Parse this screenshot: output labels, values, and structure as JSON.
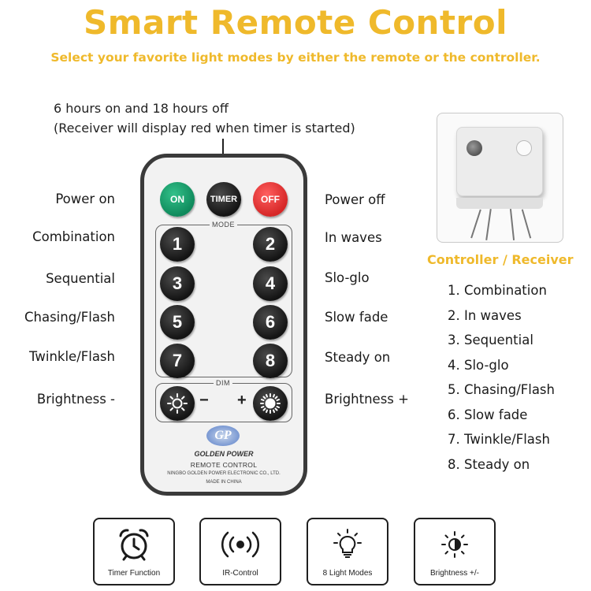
{
  "header": {
    "title": "Smart Remote Control",
    "subtitle": "Select your favorite light modes by either the remote or the controller."
  },
  "timer_note": {
    "line1": "6 hours on and 18 hours off",
    "line2": "(Receiver will display red when timer is started)"
  },
  "remote": {
    "buttons": {
      "on": "ON",
      "timer": "TIMER",
      "off": "OFF"
    },
    "mode_label": "MODE",
    "dim_label": "DIM",
    "numbers": [
      "1",
      "2",
      "3",
      "4",
      "5",
      "6",
      "7",
      "8"
    ],
    "minus": "−",
    "plus": "+",
    "brand": {
      "logo": "GP",
      "name": "GOLDEN POWER",
      "subtitle": "REMOTE CONTROL",
      "company": "NINGBO GOLDEN POWER ELECTRONIC CO., LTD.",
      "made_in": "MADE IN CHINA"
    }
  },
  "callouts": {
    "left": [
      "Power on",
      "Combination",
      "Sequential",
      "Chasing/Flash",
      "Twinkle/Flash",
      "Brightness -"
    ],
    "right": [
      "Power off",
      "In waves",
      "Slo-glo",
      "Slow fade",
      "Steady on",
      "Brightness +"
    ]
  },
  "controller": {
    "label": "Controller / Receiver",
    "modes": [
      "1. Combination",
      "2. In waves",
      "3. Sequential",
      "4. Slo-glo",
      "5. Chasing/Flash",
      "6. Slow fade",
      "7. Twinkle/Flash",
      "8. Steady on"
    ]
  },
  "features": [
    {
      "label": "Timer Function",
      "icon": "alarm-clock-icon"
    },
    {
      "label": "IR-Control",
      "icon": "ir-signal-icon"
    },
    {
      "label": "8 Light Modes",
      "icon": "light-bulb-icon"
    },
    {
      "label": "Brightness +/-",
      "icon": "brightness-icon"
    }
  ],
  "colors": {
    "accent": "#efb92b",
    "on_button": "#12a06b",
    "off_button": "#e53935",
    "dark_button": "#1c1c1c"
  }
}
